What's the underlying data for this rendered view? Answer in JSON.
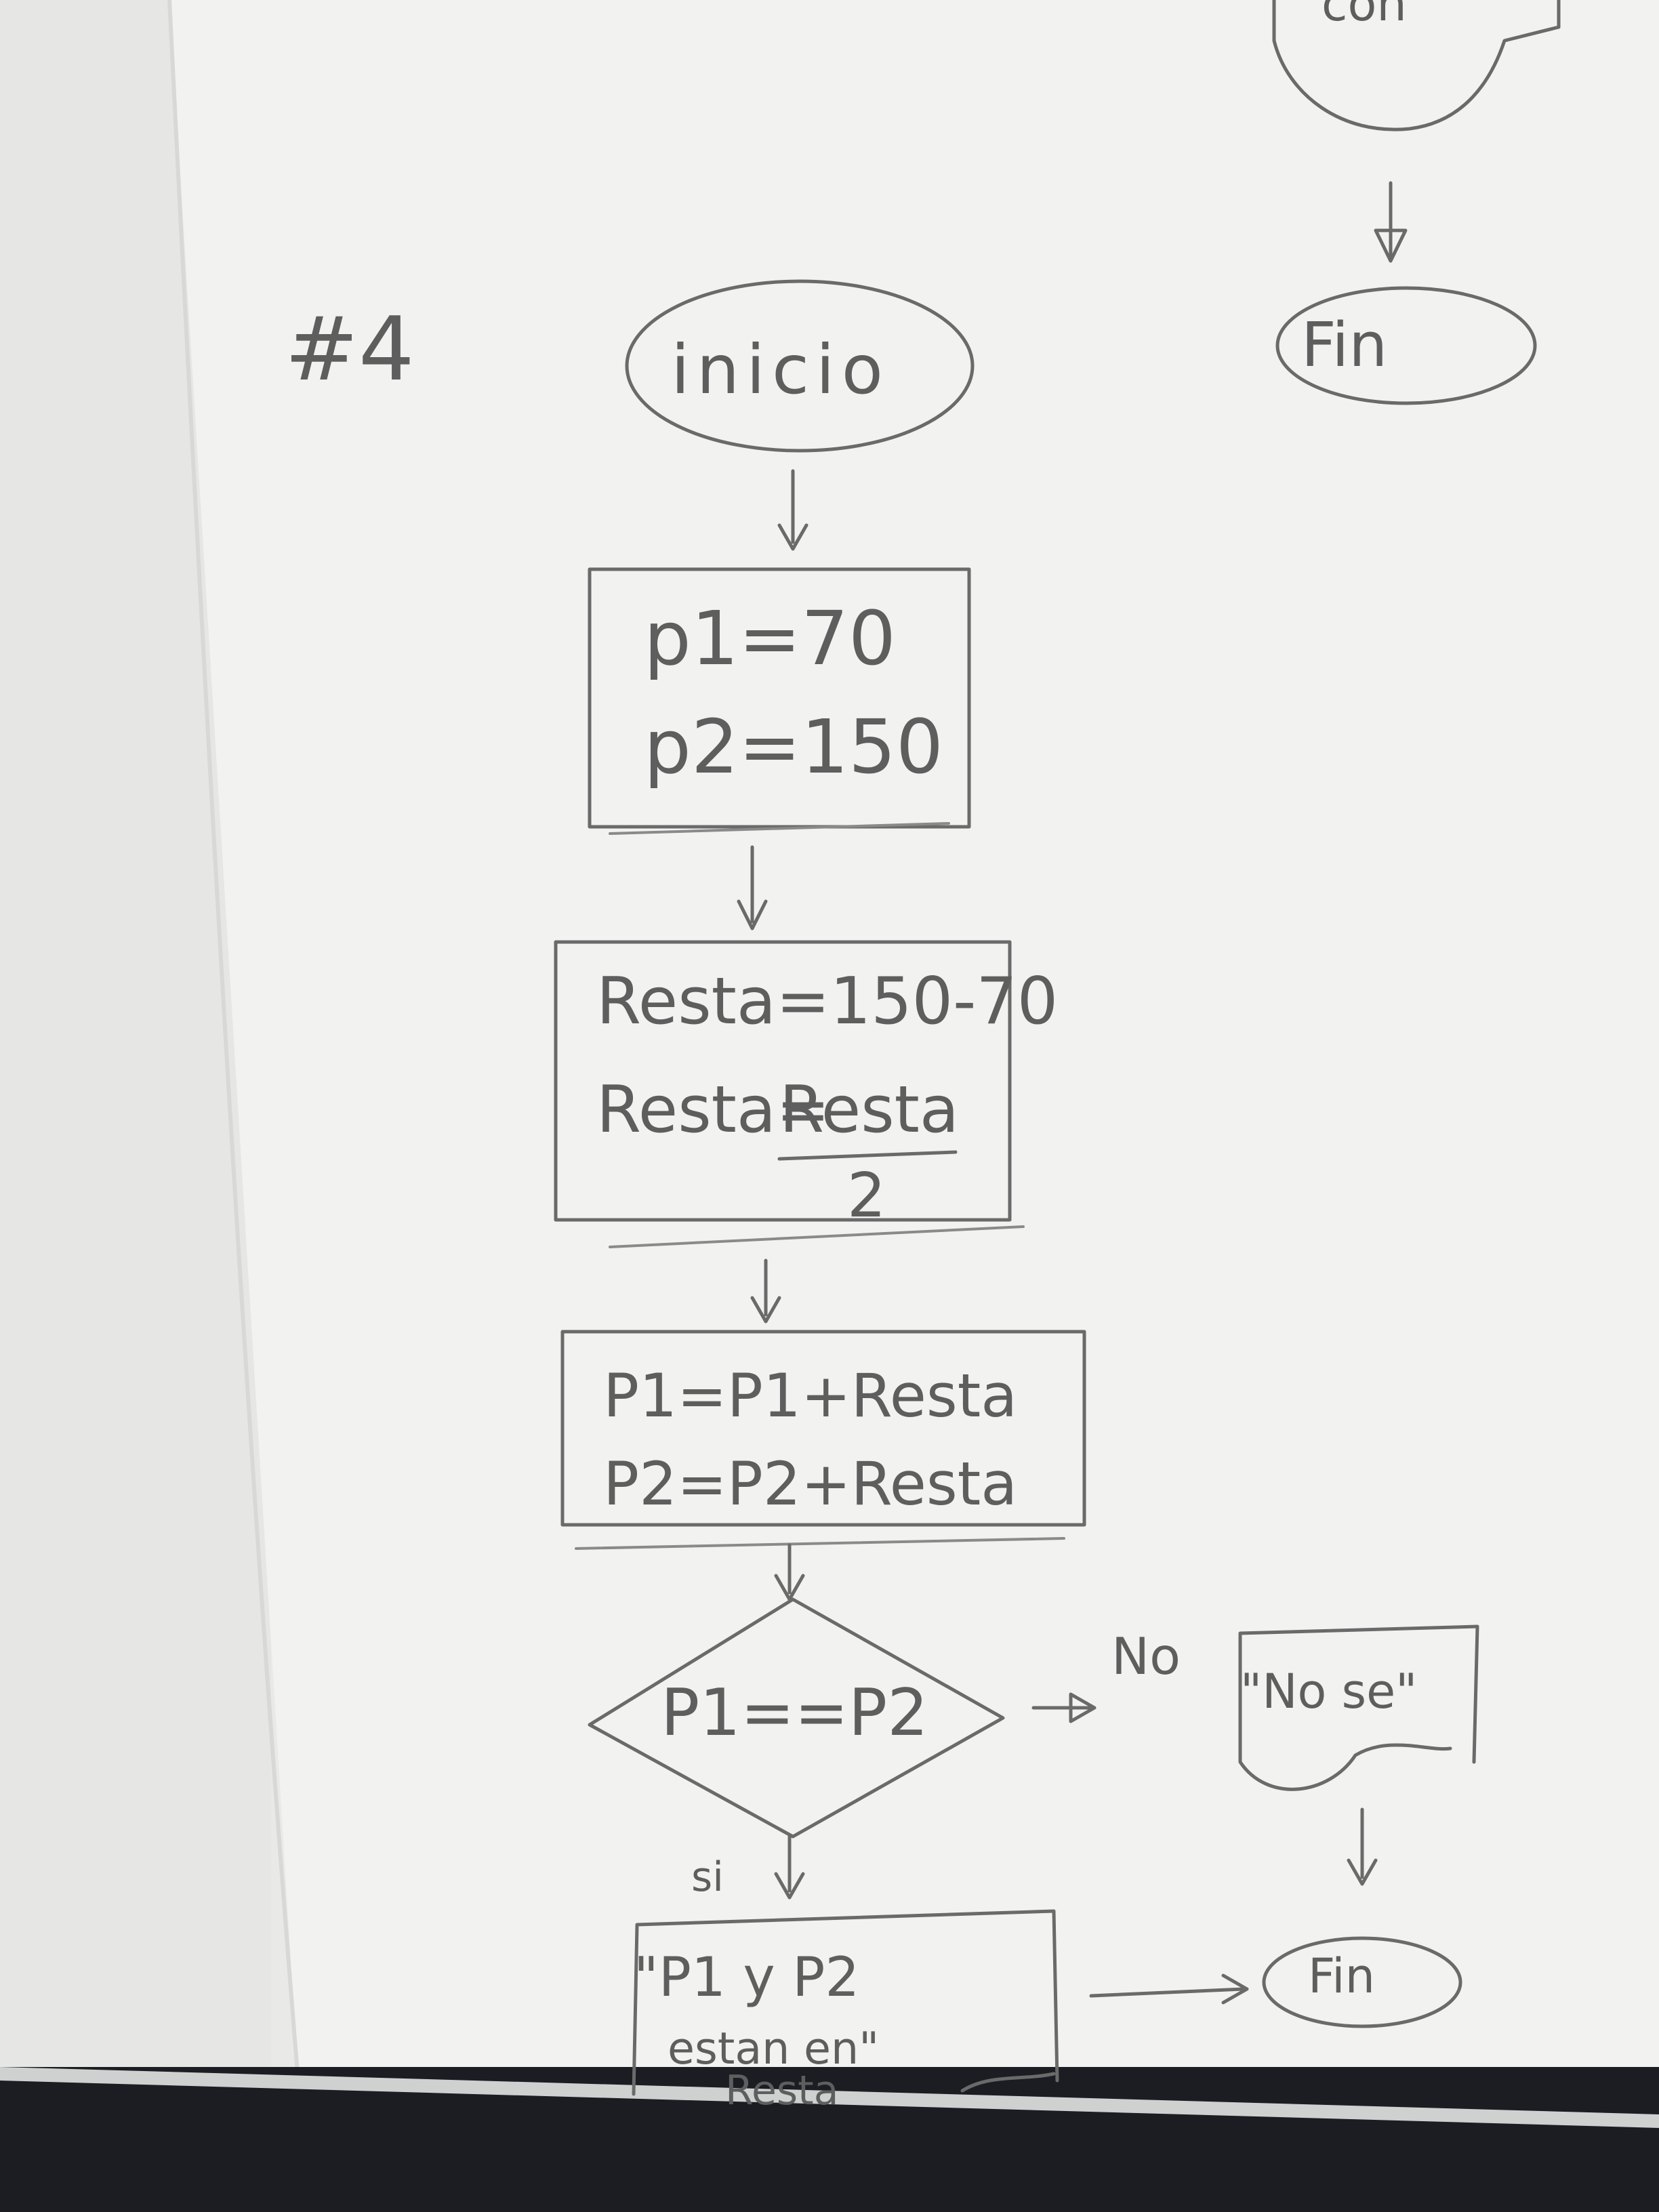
{
  "top_right_fragment": "con",
  "page_number": "#4",
  "nodes": {
    "start": "inicio",
    "end_top": "Fin",
    "assign": {
      "line1": "p1=70",
      "line2": "p2=150"
    },
    "resta": {
      "line1": "Resta=150-70",
      "line2_left": "Resta=",
      "line2_num": "Resta",
      "line2_den": "2"
    },
    "update": {
      "line1": "P1=P1+Resta",
      "line2": "P2=P2+Resta"
    },
    "decision": "P1==P2",
    "no_label": "No",
    "si_label": "si",
    "out_no": "\"No se\"",
    "out_si": {
      "line1": "\"P1 y P2",
      "line2": "estan en\"",
      "line3": "Resta"
    },
    "end_bottom": "Fin"
  }
}
